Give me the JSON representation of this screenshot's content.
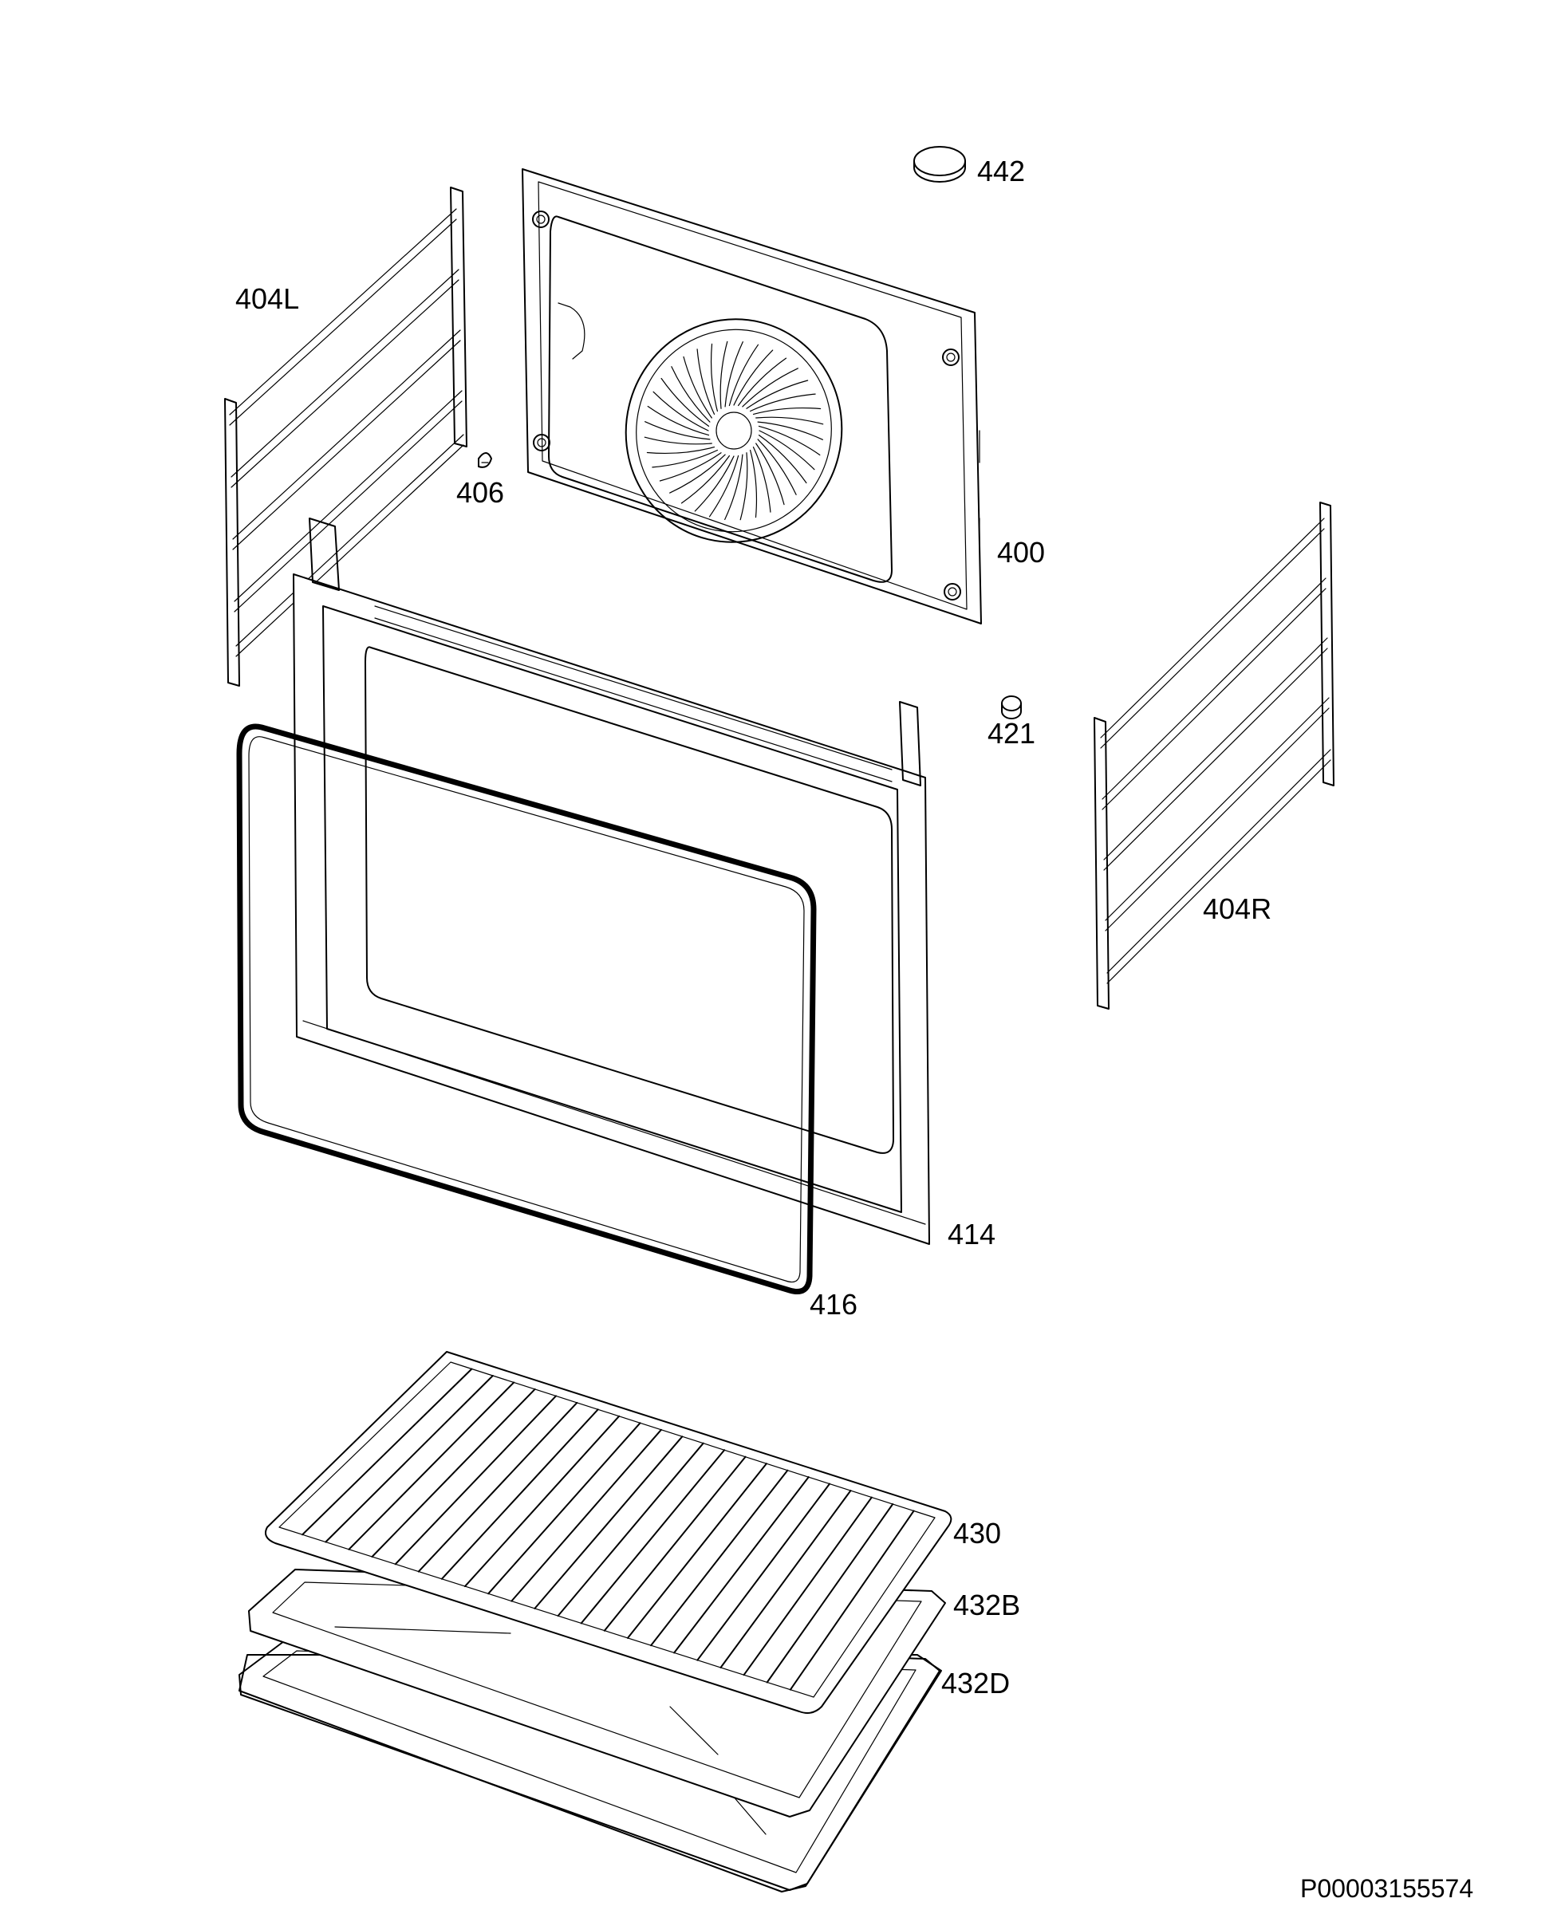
{
  "diagram": {
    "parts": [
      {
        "id": "442",
        "label": "442"
      },
      {
        "id": "404L",
        "label": "404L"
      },
      {
        "id": "406",
        "label": "406"
      },
      {
        "id": "400",
        "label": "400"
      },
      {
        "id": "421",
        "label": "421"
      },
      {
        "id": "404R",
        "label": "404R"
      },
      {
        "id": "414",
        "label": "414"
      },
      {
        "id": "416",
        "label": "416"
      },
      {
        "id": "430",
        "label": "430"
      },
      {
        "id": "432B",
        "label": "432B"
      },
      {
        "id": "432D",
        "label": "432D"
      }
    ],
    "document_number": "P00003155574"
  }
}
